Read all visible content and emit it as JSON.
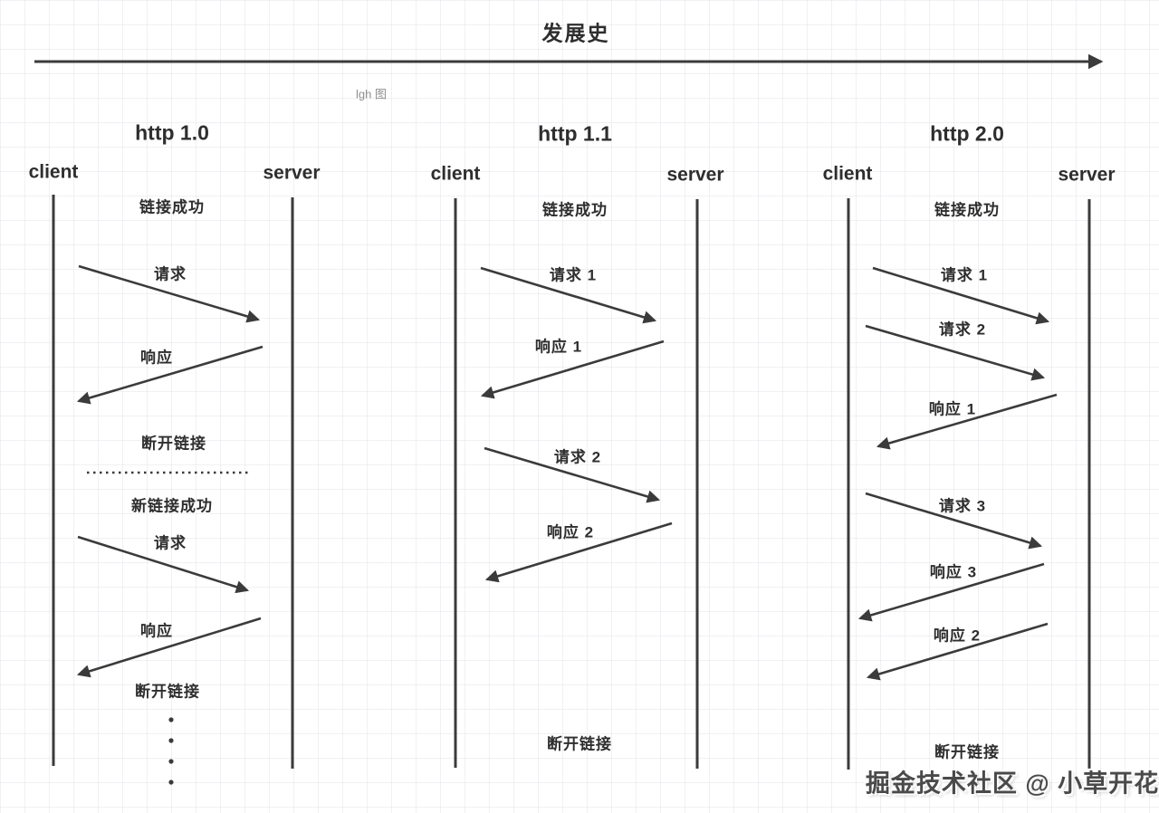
{
  "header": {
    "title": "发展史",
    "note": "lgh 图"
  },
  "watermark": "掘金技术社区 @ 小草开花",
  "columns": [
    {
      "title": "http 1.0",
      "client": "client",
      "server": "server",
      "events": [
        {
          "type": "status",
          "label": "链接成功"
        },
        {
          "type": "request",
          "label": "请求",
          "direction": "to-server"
        },
        {
          "type": "response",
          "label": "响应",
          "direction": "to-client"
        },
        {
          "type": "status",
          "label": "断开链接"
        },
        {
          "type": "separator",
          "label": ""
        },
        {
          "type": "status",
          "label": "新链接成功"
        },
        {
          "type": "request",
          "label": "请求",
          "direction": "to-server"
        },
        {
          "type": "response",
          "label": "响应",
          "direction": "to-client"
        },
        {
          "type": "status",
          "label": "断开链接"
        },
        {
          "type": "ellipsis",
          "label": ""
        }
      ]
    },
    {
      "title": "http 1.1",
      "client": "client",
      "server": "server",
      "events": [
        {
          "type": "status",
          "label": "链接成功"
        },
        {
          "type": "request",
          "label": "请求 1",
          "direction": "to-server"
        },
        {
          "type": "response",
          "label": "响应 1",
          "direction": "to-client"
        },
        {
          "type": "request",
          "label": "请求 2",
          "direction": "to-server"
        },
        {
          "type": "response",
          "label": "响应 2",
          "direction": "to-client"
        },
        {
          "type": "status",
          "label": "断开链接"
        }
      ]
    },
    {
      "title": "http 2.0",
      "client": "client",
      "server": "server",
      "events": [
        {
          "type": "status",
          "label": "链接成功"
        },
        {
          "type": "request",
          "label": "请求 1",
          "direction": "to-server"
        },
        {
          "type": "request",
          "label": "请求 2",
          "direction": "to-server"
        },
        {
          "type": "response",
          "label": "响应 1",
          "direction": "to-client"
        },
        {
          "type": "request",
          "label": "请求 3",
          "direction": "to-server"
        },
        {
          "type": "response",
          "label": "响应 3",
          "direction": "to-client"
        },
        {
          "type": "response",
          "label": "响应 2",
          "direction": "to-client"
        },
        {
          "type": "status",
          "label": "断开链接"
        }
      ]
    }
  ]
}
